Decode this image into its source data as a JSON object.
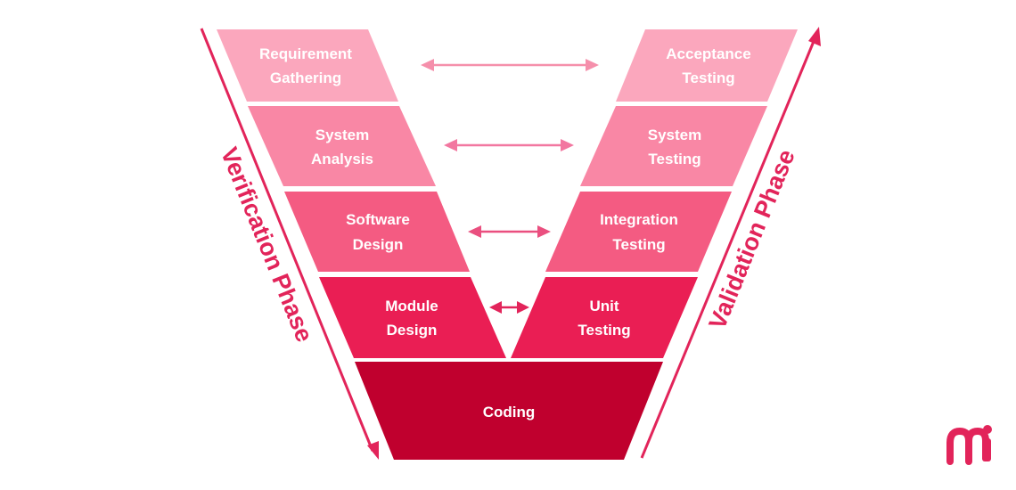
{
  "verification_blocks": [
    {
      "lines": [
        "Requirement",
        "Gathering"
      ],
      "color": "#fba7bd"
    },
    {
      "lines": [
        "System",
        "Analysis"
      ],
      "color": "#f987a5"
    },
    {
      "lines": [
        "Software",
        "Design"
      ],
      "color": "#f45b82"
    },
    {
      "lines": [
        "Module",
        "Design"
      ],
      "color": "#ea1e54"
    }
  ],
  "validation_blocks": [
    {
      "lines": [
        "Acceptance",
        "Testing"
      ],
      "color": "#fba7bd"
    },
    {
      "lines": [
        "System",
        "Testing"
      ],
      "color": "#f987a5"
    },
    {
      "lines": [
        "Integration",
        "Testing"
      ],
      "color": "#f45b82"
    },
    {
      "lines": [
        "Unit",
        "Testing"
      ],
      "color": "#ea1e54"
    }
  ],
  "coding_block": {
    "label": "Coding",
    "color": "#c0002e"
  },
  "phases": {
    "verification": "Verification Phase",
    "validation": "Validation Phase",
    "verification_color": "#e2245a",
    "validation_color": "#e2245a"
  },
  "connector_colors": [
    "#f58fab",
    "#f277a0",
    "#ea4f7f",
    "#e2245a"
  ],
  "logo": {
    "text": "mi",
    "color": "#e2245a"
  }
}
